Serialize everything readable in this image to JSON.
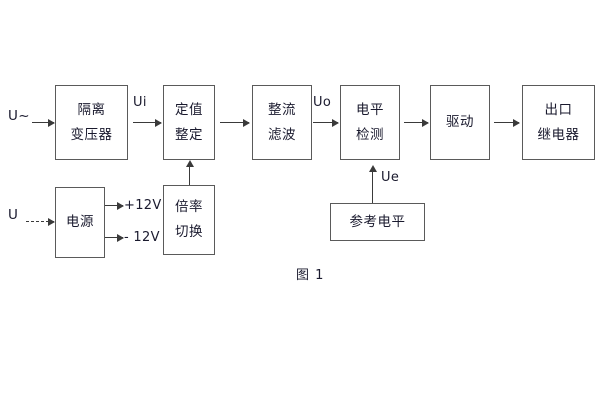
{
  "figure": {
    "caption": "图 1",
    "background_color": "#ffffff",
    "line_color": "#5a5a5a",
    "text_color": "#1a1a2e"
  },
  "signal_path": {
    "input_ac_label": "U~",
    "input_dc_label": "U",
    "inter_stage_labels": {
      "ui": "Ui",
      "uo": "Uo",
      "ue": "Ue"
    },
    "supply_outputs": {
      "positive": "+12V",
      "negative": "- 12V"
    }
  },
  "blocks": [
    {
      "id": "isolation-transformer",
      "line1": "隔离",
      "line2": "变压器"
    },
    {
      "id": "setpoint-setting",
      "line1": "定值",
      "line2": "整定"
    },
    {
      "id": "rectify-filter",
      "line1": "整流",
      "line2": "滤波"
    },
    {
      "id": "level-detection",
      "line1": "电平",
      "line2": "检测"
    },
    {
      "id": "drive",
      "line1": "驱动",
      "line2": ""
    },
    {
      "id": "output-relay",
      "line1": "出口",
      "line2": "继电器"
    },
    {
      "id": "power-supply",
      "line1": "电源",
      "line2": ""
    },
    {
      "id": "multiplier-switch",
      "line1": "倍率",
      "line2": "切换"
    },
    {
      "id": "reference-level",
      "line1": "参考电平",
      "line2": ""
    }
  ]
}
